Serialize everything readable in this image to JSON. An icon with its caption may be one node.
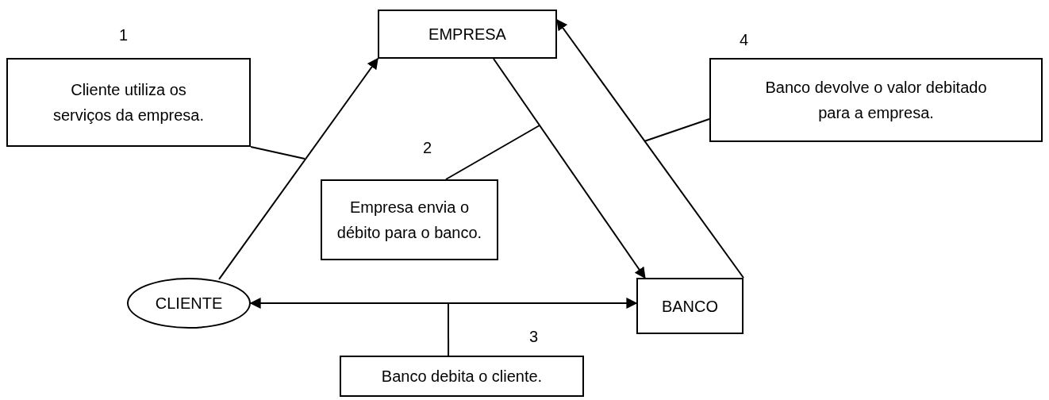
{
  "diagram": {
    "nodes": [
      {
        "text": [
          "EMPRESA"
        ]
      },
      {
        "text": [
          "Cliente utiliza os serviços da empresa."
        ]
      },
      {
        "text": [
          "Banco devolve o valor debitado para a empresa."
        ]
      },
      {
        "text": [
          "Empresa envia o débito para o banco."
        ]
      },
      {
        "text": [
          "CLIENTE"
        ]
      },
      {
        "text": [
          "BANCO"
        ]
      },
      {
        "text": [
          "Banco debita o cliente."
        ]
      }
    ],
    "edges": [
      {
        "from": 4,
        "to": 0,
        "arrow": "to"
      },
      {
        "from": 0,
        "to": 5,
        "arrow": "to"
      },
      {
        "from": 5,
        "to": 0,
        "arrow": "to"
      },
      {
        "from": 4,
        "to": 5,
        "arrow": "both"
      },
      {
        "from": 1,
        "to": null,
        "arrow": "none"
      },
      {
        "from": 3,
        "to": null,
        "arrow": "none"
      },
      {
        "from": 2,
        "to": null,
        "arrow": "none"
      },
      {
        "from": 6,
        "to": null,
        "arrow": "none"
      }
    ],
    "labels": [
      "1",
      "4",
      "2",
      "3"
    ]
  }
}
